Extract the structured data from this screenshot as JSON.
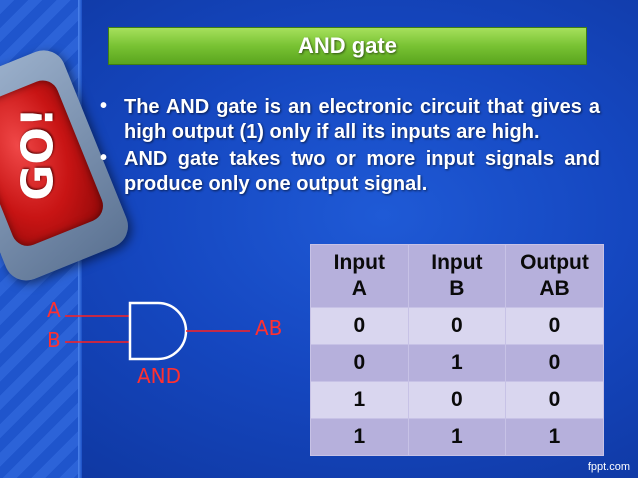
{
  "slide": {
    "title": "AND gate",
    "bullets": [
      "The AND gate is an electronic circuit that gives a high output (1) only if all its inputs are high.",
      "AND gate takes two or more input signals and produce only one output signal."
    ],
    "bullet_symbol": "•",
    "decor": {
      "button_text": "GO!"
    },
    "gate_diagram": {
      "input_a": "A",
      "input_b": "B",
      "output": "AB",
      "gate_name": "AND",
      "wire_color": "#ff2020",
      "body_color": "#ffffff"
    },
    "truth_table": {
      "headers": [
        {
          "line1": "Input",
          "line2": "A"
        },
        {
          "line1": "Input",
          "line2": "B"
        },
        {
          "line1": "Output",
          "line2": "AB"
        }
      ],
      "rows": [
        [
          "0",
          "0",
          "0"
        ],
        [
          "0",
          "1",
          "0"
        ],
        [
          "1",
          "0",
          "0"
        ],
        [
          "1",
          "1",
          "1"
        ]
      ]
    },
    "watermark": "fppt.com",
    "colors": {
      "background": "#1547c0",
      "title_bar": "#78c233",
      "table_header": "#b6b0dc",
      "table_row_light": "#d9d6ef",
      "gate_label": "#ff3030"
    }
  }
}
